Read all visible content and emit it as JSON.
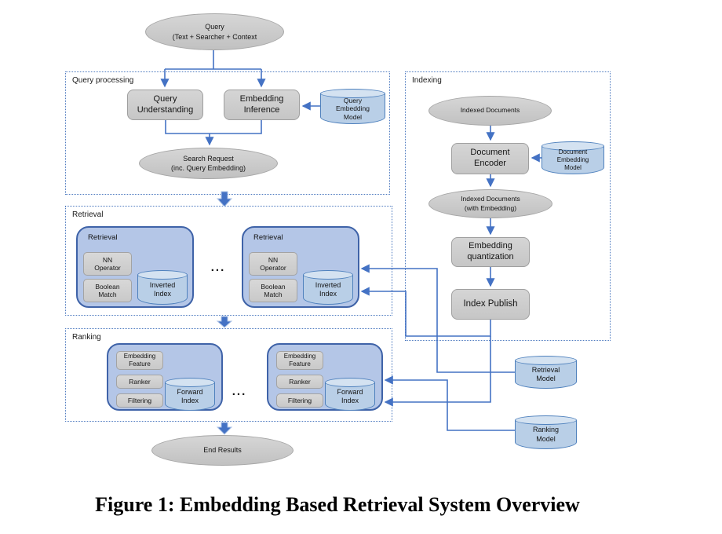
{
  "colors": {
    "connector": "#4472c4",
    "container_border": "#4f7bc0",
    "unit_fill": "#b4c6e7",
    "unit_border": "#3f63a8",
    "cyl_fill": "#b9cfe7",
    "cyl_cap": "#d4e2f1",
    "cyl_border": "#4f81bd",
    "node_fill": "#c6c6c6",
    "node_border": "#9f9f9f"
  },
  "query_flow": {
    "query_title": "Query",
    "query_subtitle": "(Text + Searcher + Context",
    "processing_label": "Query processing",
    "query_understanding": "Query Understanding",
    "embedding_inference": "Embedding Inference",
    "query_embedding_model": "Query Embedding Model",
    "search_request_title": "Search Request",
    "search_request_subtitle": "(inc. Query Embedding)"
  },
  "indexing": {
    "label": "Indexing",
    "indexed_documents": "Indexed Documents",
    "document_encoder": "Document Encoder",
    "document_embedding_model": "Document Embedding Model",
    "indexed_documents_embedding_title": "Indexed Documents",
    "indexed_documents_embedding_subtitle": "(with Embedding)",
    "embedding_quantization": "Embedding quantization",
    "index_publish": "Index Publish"
  },
  "retrieval": {
    "label": "Retrieval",
    "unit_label": "Retrieval",
    "nn_operator": "NN Operator",
    "boolean_match": "Boolean Match",
    "inverted_index": "Inverted Index",
    "ellipsis": "..."
  },
  "ranking": {
    "label": "Ranking",
    "embedding_feature": "Embedding Feature",
    "ranker": "Ranker",
    "filtering": "Filtering",
    "forward_index": "Forward Index",
    "ellipsis": "..."
  },
  "models": {
    "retrieval_model": "Retrieval Model",
    "ranking_model": "Ranking Model"
  },
  "end_results": "End Results",
  "caption": "Figure 1: Embedding Based Retrieval System Overview"
}
